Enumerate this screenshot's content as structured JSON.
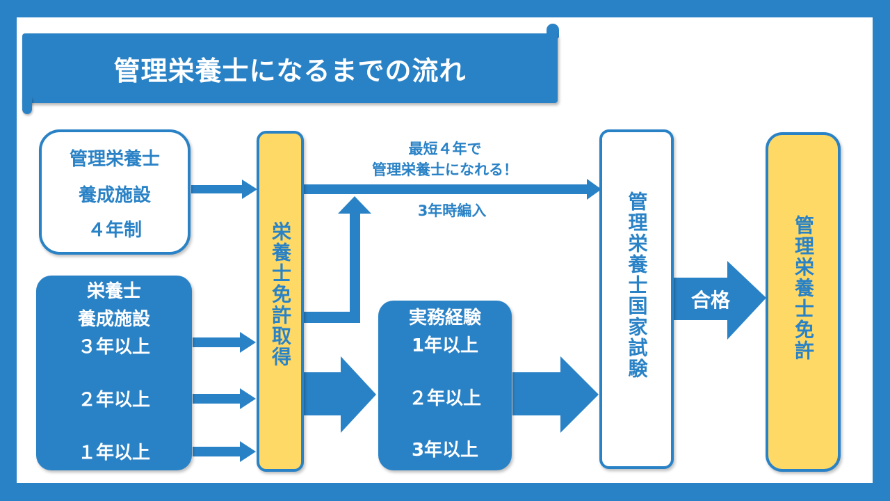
{
  "title": "管理栄養士になるまでの流れ",
  "colors": {
    "primary": "#2a82c6",
    "highlight": "#ffd966",
    "background": "#ffffff"
  },
  "nodes": {
    "kanri_school": {
      "lines": [
        "管理栄養士",
        "養成施設",
        "４年制"
      ]
    },
    "eiyo_school": {
      "lines": [
        "栄養士",
        "養成施設",
        "３年以上",
        "２年以上",
        "１年以上"
      ]
    },
    "eiyo_license": {
      "label": "栄養士免許取得"
    },
    "work_experience": {
      "lines": [
        "実務経験",
        "1年以上",
        "２年以上",
        "3年以上"
      ]
    },
    "national_exam": {
      "label": "管理栄養士国家試験"
    },
    "kanri_license": {
      "label": "管理栄養士免許"
    }
  },
  "annotations": {
    "shortest_line1": "最短４年で",
    "shortest_line2": "管理栄養士になれる！",
    "transfer": "3年時編入",
    "pass": "合格"
  }
}
